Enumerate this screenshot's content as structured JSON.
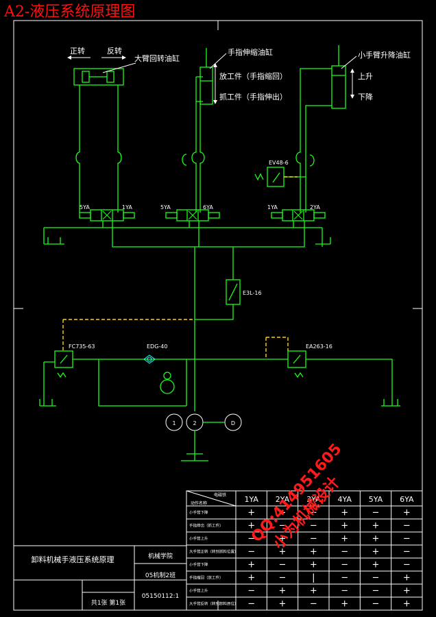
{
  "header": {
    "title": "A2-液压系统原理图"
  },
  "actuators": {
    "rotary": {
      "label": "大臂回转油缸",
      "cw": "正转",
      "ccw": "反转"
    },
    "finger": {
      "label": "手指伸缩油缸",
      "line1": "放工件（手指缩回）",
      "line2": "抓工件（手指伸出）"
    },
    "lift": {
      "label": "小手臂升降油缸",
      "up": "上升",
      "down": "下降"
    }
  },
  "components": {
    "ev": "EV48-6",
    "e3l": "E3L-16",
    "fc": "FC735-63",
    "edg": "EDG-40",
    "ea": "EA263-16",
    "sol_1": "5YA",
    "sol_2": "1YA",
    "sol_3": "5YA",
    "sol_4": "6YA",
    "sol_5": "1YA",
    "sol_6": "2YA"
  },
  "table": {
    "header_corner": "电磁铁",
    "header_sub": "动作名称",
    "cols": [
      "1YA",
      "2YA",
      "3YA",
      "4YA",
      "5YA",
      "6YA"
    ],
    "rows": [
      {
        "name": "小手臂下降",
        "cells": [
          "+",
          "−",
          "−",
          "+",
          "−",
          "+"
        ]
      },
      {
        "name": "手指伸出（抓工件）",
        "cells": [
          "+",
          "−",
          "−",
          "+",
          "+",
          "−"
        ]
      },
      {
        "name": "小手臂上升",
        "cells": [
          "−",
          "+",
          "−",
          "+",
          "+",
          "−"
        ]
      },
      {
        "name": "大手臂正转（转到抓料位置）",
        "cells": [
          "−",
          "+",
          "+",
          "−",
          "+",
          "−"
        ]
      },
      {
        "name": "小手臂下降",
        "cells": [
          "+",
          "−",
          "+",
          "−",
          "+",
          "−"
        ]
      },
      {
        "name": "手指缩回（放工件）",
        "cells": [
          "+",
          "−",
          "|",
          "−",
          "−",
          "+"
        ]
      },
      {
        "name": "小手臂上升",
        "cells": [
          "−",
          "+",
          "+",
          "−",
          "−",
          "+"
        ]
      },
      {
        "name": "大手臂反转（转到卸料原位）",
        "cells": [
          "−",
          "+",
          "−",
          "+",
          "−",
          "+"
        ]
      }
    ]
  },
  "titleblock": {
    "name": "卸料机械手液压系统原理",
    "school": "机械学院",
    "class": "05机制2班",
    "number": "05150112:1",
    "sheets": "共1张  第1张"
  },
  "watermark": {
    "qq": "QQ:414951605",
    "studio": "小为机械设计"
  }
}
